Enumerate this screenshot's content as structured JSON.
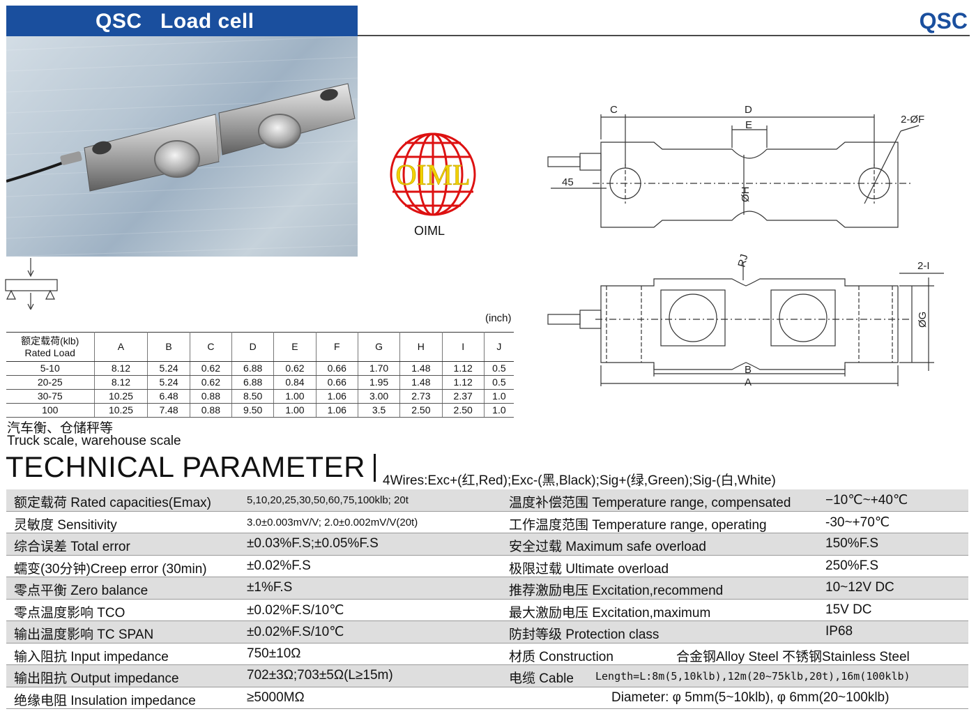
{
  "header": {
    "title": "QSC   Load cell",
    "model_tag": "QSC"
  },
  "certification": {
    "logo_text": "OIML",
    "label": "OIML"
  },
  "drawing": {
    "labels": {
      "C": "C",
      "D": "D",
      "E": "E",
      "F": "2-ØF",
      "dim45": "45",
      "H": "ØH",
      "J": "RJ",
      "I": "2-I",
      "G": "ØG",
      "B": "B",
      "A": "A"
    }
  },
  "table": {
    "unit": "(inch)",
    "header_cn": "额定载荷(klb)",
    "header_en": "Rated Load",
    "columns": [
      "A",
      "B",
      "C",
      "D",
      "E",
      "F",
      "G",
      "H",
      "I",
      "J"
    ],
    "rows": [
      {
        "load": "5-10",
        "values": [
          "8.12",
          "5.24",
          "0.62",
          "6.88",
          "0.62",
          "0.66",
          "1.70",
          "1.48",
          "1.12",
          "0.5"
        ]
      },
      {
        "load": "20-25",
        "values": [
          "8.12",
          "5.24",
          "0.62",
          "6.88",
          "0.84",
          "0.66",
          "1.95",
          "1.48",
          "1.12",
          "0.5"
        ]
      },
      {
        "load": "30-75",
        "values": [
          "10.25",
          "6.48",
          "0.88",
          "8.50",
          "1.00",
          "1.06",
          "3.00",
          "2.73",
          "2.37",
          "1.0"
        ]
      },
      {
        "load": "100",
        "values": [
          "10.25",
          "7.48",
          "0.88",
          "9.50",
          "1.00",
          "1.06",
          "3.5",
          "2.50",
          "2.50",
          "1.0"
        ]
      }
    ]
  },
  "application": {
    "cn": "汽车衡、仓储秤等",
    "en": "Truck scale, warehouse scale"
  },
  "technical": {
    "title": "TECHNICAL PARAMETER",
    "wires": "4Wires:Exc+(红,Red);Exc-(黑,Black);Sig+(绿,Green);Sig-(白,White)",
    "rows": [
      {
        "l1": "额定载荷 Rated capacities(Emax)",
        "v1": "5,10,20,25,30,50,60,75,100klb; 20t",
        "l2": "温度补偿范围 Temperature range, compensated",
        "v2": "−10℃~+40℃"
      },
      {
        "l1": "灵敏度 Sensitivity",
        "v1": "3.0±0.003mV/V;  2.0±0.002mV/V(20t)",
        "l2": "工作温度范围 Temperature range, operating",
        "v2": "-30~+70℃"
      },
      {
        "l1": "综合误差 Total error",
        "v1": "±0.03%F.S;±0.05%F.S",
        "l2": "安全过载  Maximum safe overload",
        "v2": "150%F.S"
      },
      {
        "l1": "蠕变(30分钟)Creep error (30min)",
        "v1": "±0.02%F.S",
        "l2": "极限过载  Ultimate overload",
        "v2": "250%F.S"
      },
      {
        "l1": "零点平衡 Zero balance",
        "v1": "±1%F.S",
        "l2": "推荐激励电压  Excitation,recommend",
        "v2": "10~12V DC"
      },
      {
        "l1": "零点温度影响 TCO",
        "v1": "±0.02%F.S/10℃",
        "l2": "最大激励电压  Excitation,maximum",
        "v2": "15V DC"
      },
      {
        "l1": "输出温度影响 TC SPAN",
        "v1": "±0.02%F.S/10℃",
        "l2": "防封等级  Protection class",
        "v2": "IP68"
      },
      {
        "l1": "输入阻抗 Input  impedance",
        "v1": "750±10Ω",
        "l2": "材质  Construction",
        "v2": "合金钢Alloy Steel  不锈钢Stainless Steel"
      },
      {
        "l1": "输出阻抗 Output  impedance",
        "v1": "702±3Ω;703±5Ω(L≥15m)",
        "l2": "电缆  Cable",
        "v2": "Length=L:8m(5,10klb),12m(20~75klb,20t),16m(100klb)"
      },
      {
        "l1": "绝缘电阻 Insulation impedance",
        "v1": "≥5000MΩ",
        "l2": "",
        "v2": "Diameter: φ 5mm(5~10klb), φ 6mm(20~100klb)"
      }
    ]
  }
}
